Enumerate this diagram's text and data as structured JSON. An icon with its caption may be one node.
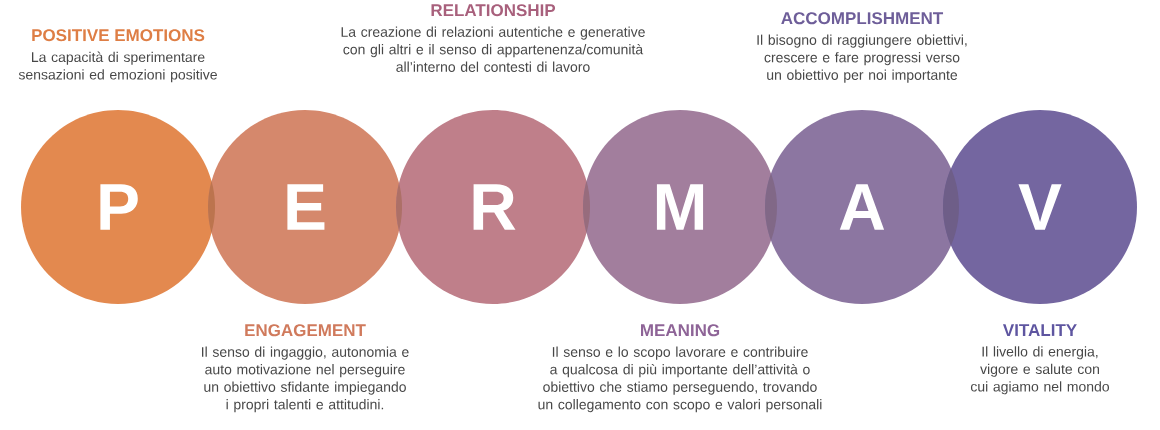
{
  "diagram": {
    "nodes": [
      {
        "text": [
          "P"
        ],
        "beside": [
          "POSITIVE EMOTIONS",
          "La capacità di sperimentare sensazioni ed emozioni positive"
        ]
      },
      {
        "text": [
          "E"
        ],
        "beside": [
          "ENGAGEMENT",
          "Il senso di ingaggio, autonomia e auto motivazione nel perseguire un obiettivo sfidante impiegando i propri talenti e attitudini."
        ]
      },
      {
        "text": [
          "R"
        ],
        "beside": [
          "RELATIONSHIP",
          "La creazione di relazioni autentiche e generative con gli altri e il senso di appartenenza/comunità all’interno del contesti di lavoro"
        ]
      },
      {
        "text": [
          "M"
        ],
        "beside": [
          "MEANING",
          "Il senso e lo scopo lavorare e contribuire a qualcosa di più importante dell’attività o obiettivo che stiamo perseguendo, trovando un collegamento con scopo e valori personali"
        ]
      },
      {
        "text": [
          "A"
        ],
        "beside": [
          "ACCOMPLISHMENT",
          "Il bisogno di raggiungere obiettivi, crescere e fare progressi verso un obiettivo per noi importante"
        ]
      },
      {
        "text": [
          "V"
        ],
        "beside": [
          "VITALITY",
          "Il livello di energia, vigore e salute con cui agiamo nel mondo"
        ]
      }
    ]
  }
}
